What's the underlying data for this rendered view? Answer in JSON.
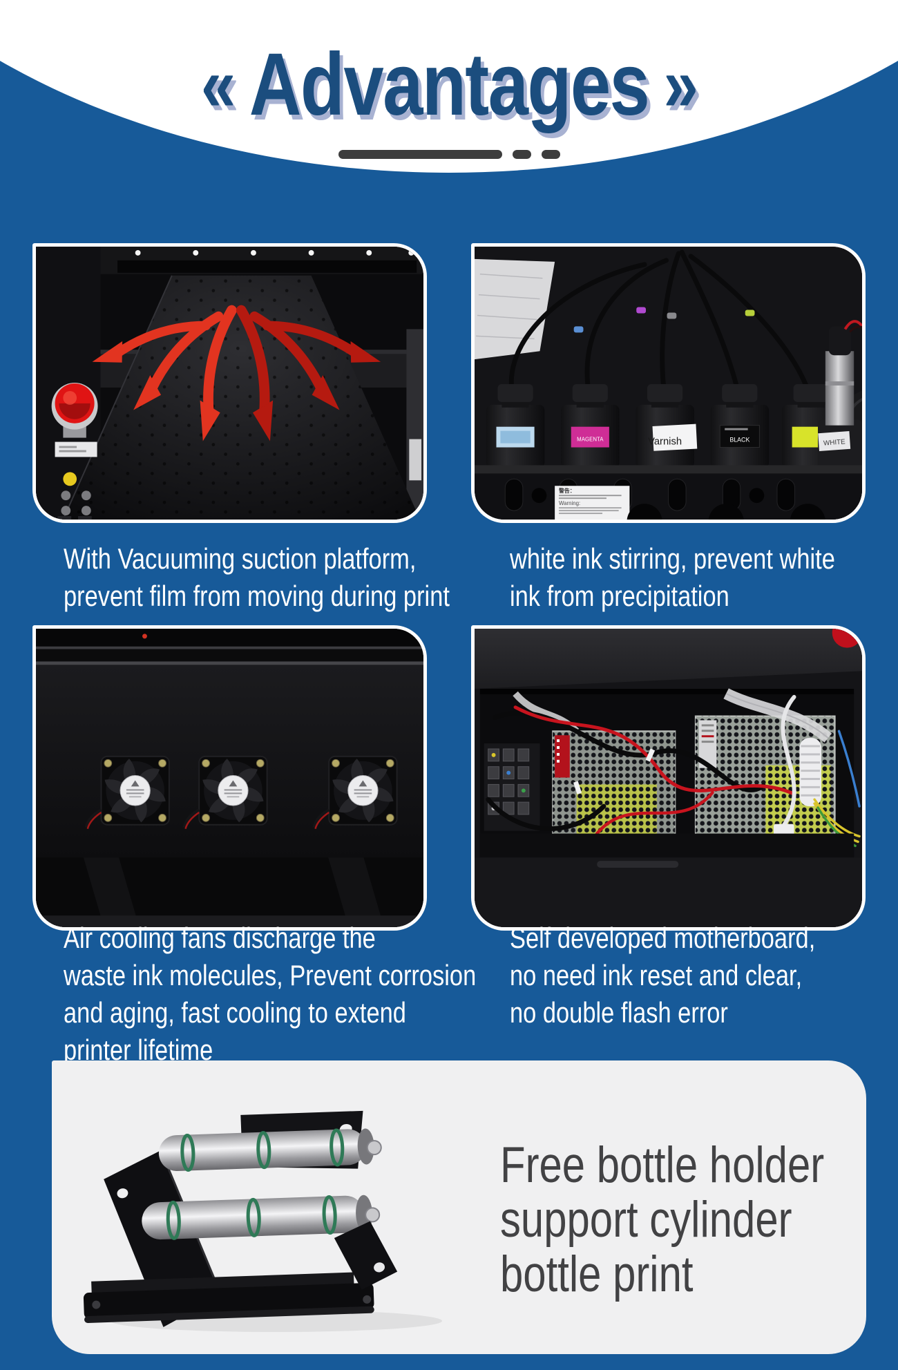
{
  "theme": {
    "background_blue": "#175a99",
    "title_color": "#1b4d7e",
    "title_shadow": "#a8b2d2",
    "underline_color": "#3d3d3d",
    "panel_border": "#ffffff",
    "caption_color": "#ffffff",
    "accent_red": "#d6281c",
    "bottom_panel_bg": "#f0f0f1",
    "bottom_text_color": "#424244"
  },
  "header": {
    "left_mark": "«",
    "title": "Advantages",
    "right_mark": "»"
  },
  "features": [
    {
      "id": "vacuum-platform",
      "caption_lines": [
        "With Vacuuming suction platform,",
        "prevent film from moving during print"
      ]
    },
    {
      "id": "white-ink-stirring",
      "caption_lines": [
        "white ink stirring, prevent white",
        "ink from precipitation"
      ]
    },
    {
      "id": "cooling-fans",
      "caption_lines": [
        "Air cooling fans discharge the",
        "waste ink molecules, Prevent corrosion",
        "and aging, fast cooling to extend",
        "printer lifetime"
      ]
    },
    {
      "id": "motherboard",
      "caption_lines": [
        "Self developed motherboard,",
        "no need ink reset and clear,",
        "no double flash error"
      ]
    }
  ],
  "photo_labels": {
    "magenta": "MAGENTA",
    "varnish": "Varnish",
    "black": "BLACK",
    "white": "WHITE",
    "warning_cn": "警告：",
    "warning_en": "Warning:",
    "warning_lines_1": "Before using the machine,",
    "warning_lines_2": "please take the lid off , to",
    "warning_lines_3": "check the water level"
  },
  "bottom_feature": {
    "lines": [
      "Free bottle holder",
      "support cylinder",
      "bottle print"
    ]
  }
}
